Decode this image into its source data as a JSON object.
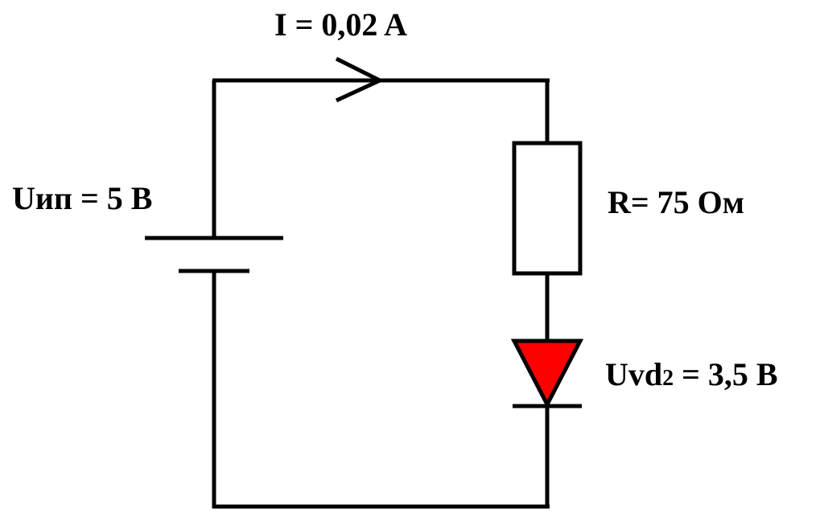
{
  "labels": {
    "current": "I = 0,02 A",
    "supply_voltage": "Uип = 5 В",
    "resistance": "R= 75 Ом",
    "diode_voltage_prefix": "Uvd",
    "diode_voltage_index": "2",
    "diode_voltage_value": " = 3,5 В"
  },
  "colors": {
    "wire": "#000000",
    "resistance_label": "#e8141b",
    "diode_fill": "#ff0000"
  },
  "components": {
    "source": "battery-icon",
    "resistor": "resistor-icon",
    "diode": "diode-icon",
    "current_direction": "arrow-right-icon"
  }
}
